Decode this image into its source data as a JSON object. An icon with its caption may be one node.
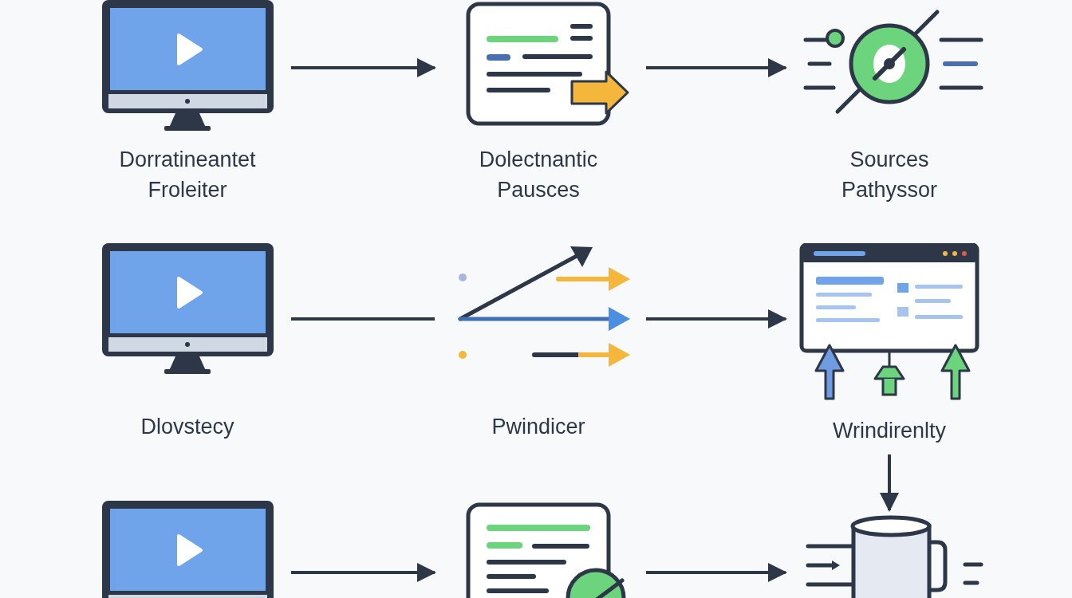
{
  "diagram": {
    "nodes": [
      {
        "text": [
          "Dorratineantet Froleiter"
        ]
      },
      {
        "text": [
          "Dolectnantic Pausces"
        ]
      },
      {
        "text": [
          "Sources Pathyssor"
        ]
      },
      {
        "text": [
          "Dlovstecy"
        ]
      },
      {
        "text": [
          "Pwindicer"
        ]
      },
      {
        "text": [
          "Wrindirenlty"
        ]
      },
      {
        "text": [],
        "shape": "picture"
      },
      {
        "text": [],
        "shape": "picture"
      },
      {
        "text": [],
        "shape": "picture"
      }
    ],
    "edges": [
      {
        "from": 0,
        "to": 1,
        "arrow": "to"
      },
      {
        "from": 1,
        "to": 2,
        "arrow": "to"
      },
      {
        "from": 3,
        "to": 4,
        "arrow": "none"
      },
      {
        "from": 4,
        "to": 5,
        "arrow": "to"
      },
      {
        "from": 5,
        "to": 8,
        "arrow": "to"
      },
      {
        "from": 6,
        "to": 7,
        "arrow": "to"
      },
      {
        "from": 7,
        "to": 8,
        "arrow": "to"
      }
    ]
  }
}
